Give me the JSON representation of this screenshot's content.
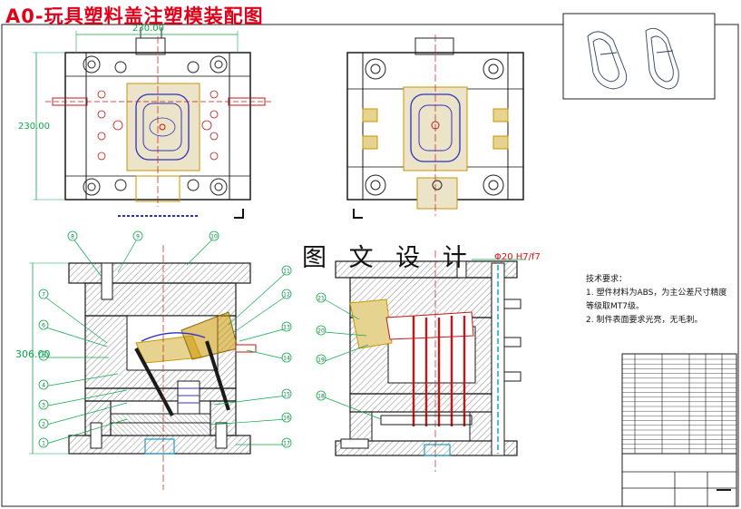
{
  "title": "A0-玩具塑料盖注塑模装配图",
  "watermark": "图 文 设 计",
  "fit_note": "Φ20 H7/f7",
  "dimensions": {
    "top_width": "230.00",
    "top_height": "230.00",
    "section_height": "306.00"
  },
  "tech_requirements": {
    "heading": "技术要求：",
    "items": [
      "1. 塑件材料为ABS，为主公差尺寸精度等级取MT7级。",
      "2. 制件表面要求光亮，无毛刺。"
    ]
  },
  "balloons_left": [
    "8",
    "9",
    "10",
    "7",
    "6",
    "5",
    "4",
    "3",
    "2",
    "1",
    "11",
    "12",
    "13",
    "14",
    "15",
    "16",
    "17"
  ],
  "balloons_right": [
    "21",
    "20",
    "19",
    "18"
  ],
  "colors": {
    "outline": "#1a1a1a",
    "hatch": "#444444",
    "cavity": "#3030c0",
    "pins": "#c01818",
    "accent": "#c89600",
    "dim": "#0aa84a",
    "title": "#e0001a"
  }
}
